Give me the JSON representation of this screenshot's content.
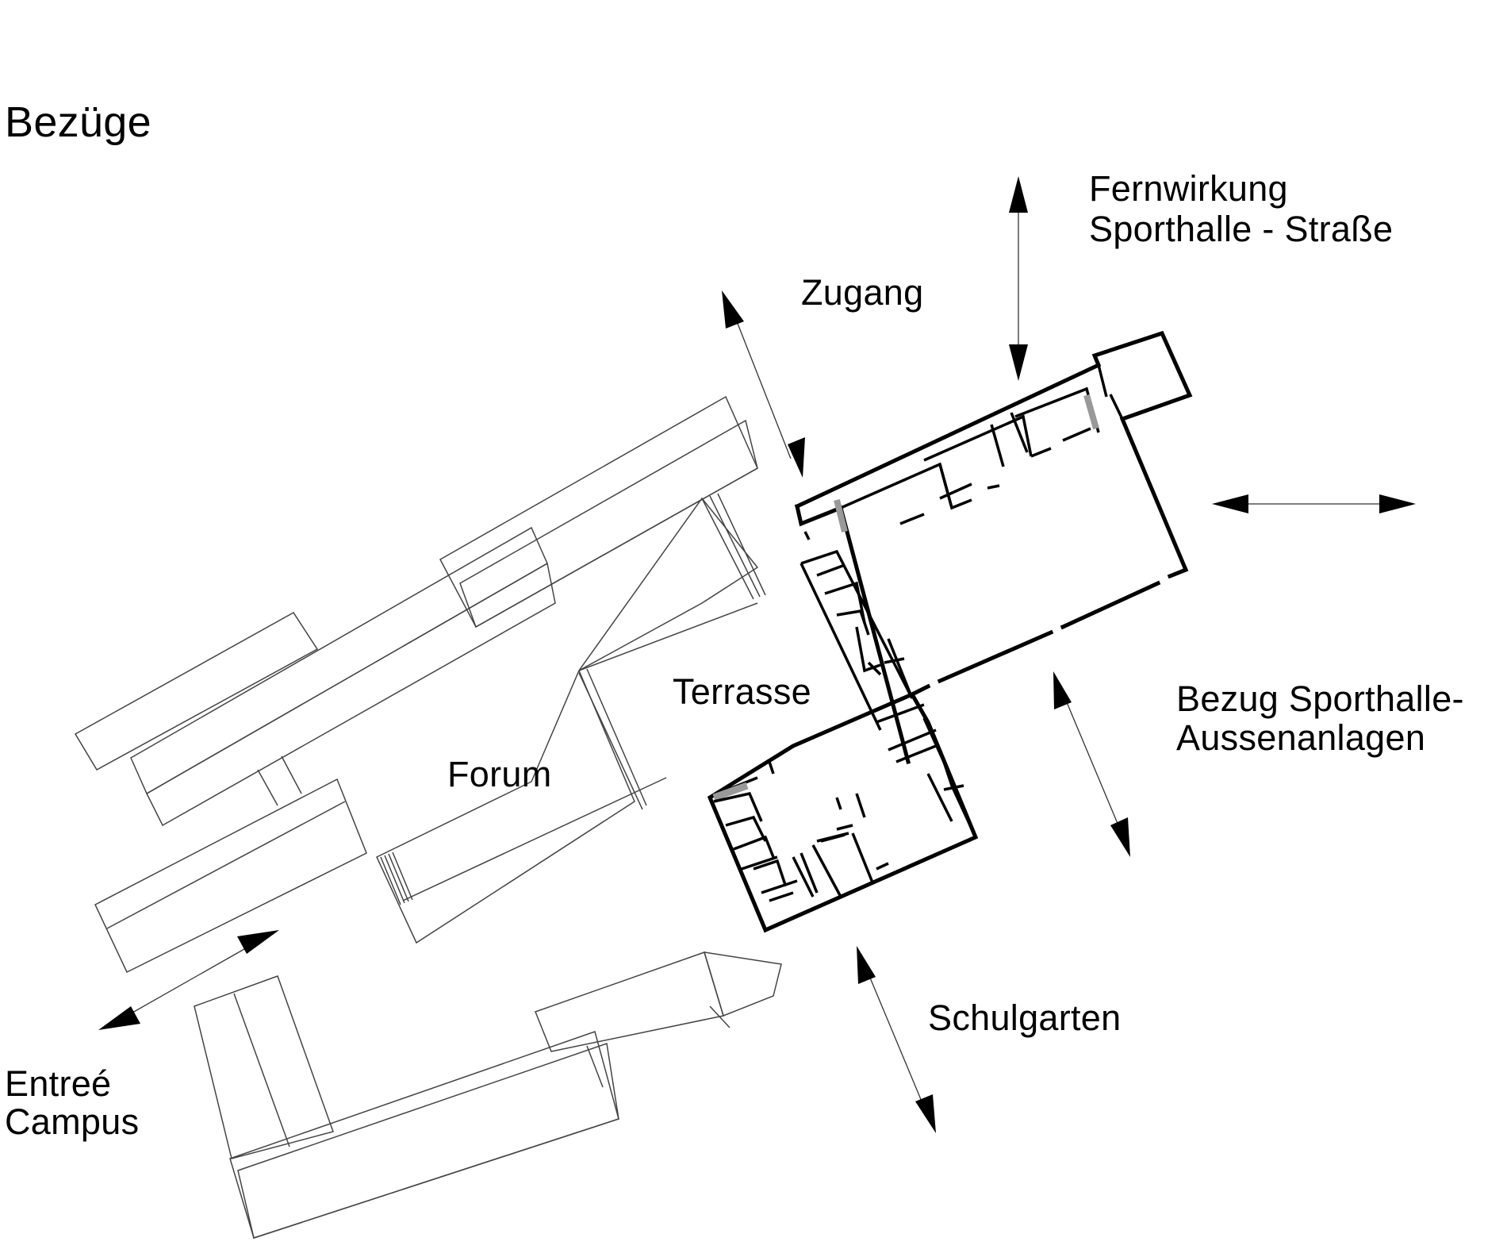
{
  "title": "Bezüge",
  "labels": {
    "fernwirkung_line1": "Fernwirkung",
    "fernwirkung_line2": "Sporthalle - Straße",
    "zugang": "Zugang",
    "terrasse": "Terrasse",
    "forum": "Forum",
    "bezug_line1": "Bezug Sporthalle-",
    "bezug_line2": "Aussenanlagen",
    "schulgarten": "Schulgarten",
    "entree_line1": "Entreé",
    "entree_line2": "Campus"
  },
  "colors": {
    "existing_buildings": "#444444",
    "new_building": "#000000",
    "stair_hatch": "#999999"
  },
  "icons": [
    "double-arrow-icon"
  ]
}
